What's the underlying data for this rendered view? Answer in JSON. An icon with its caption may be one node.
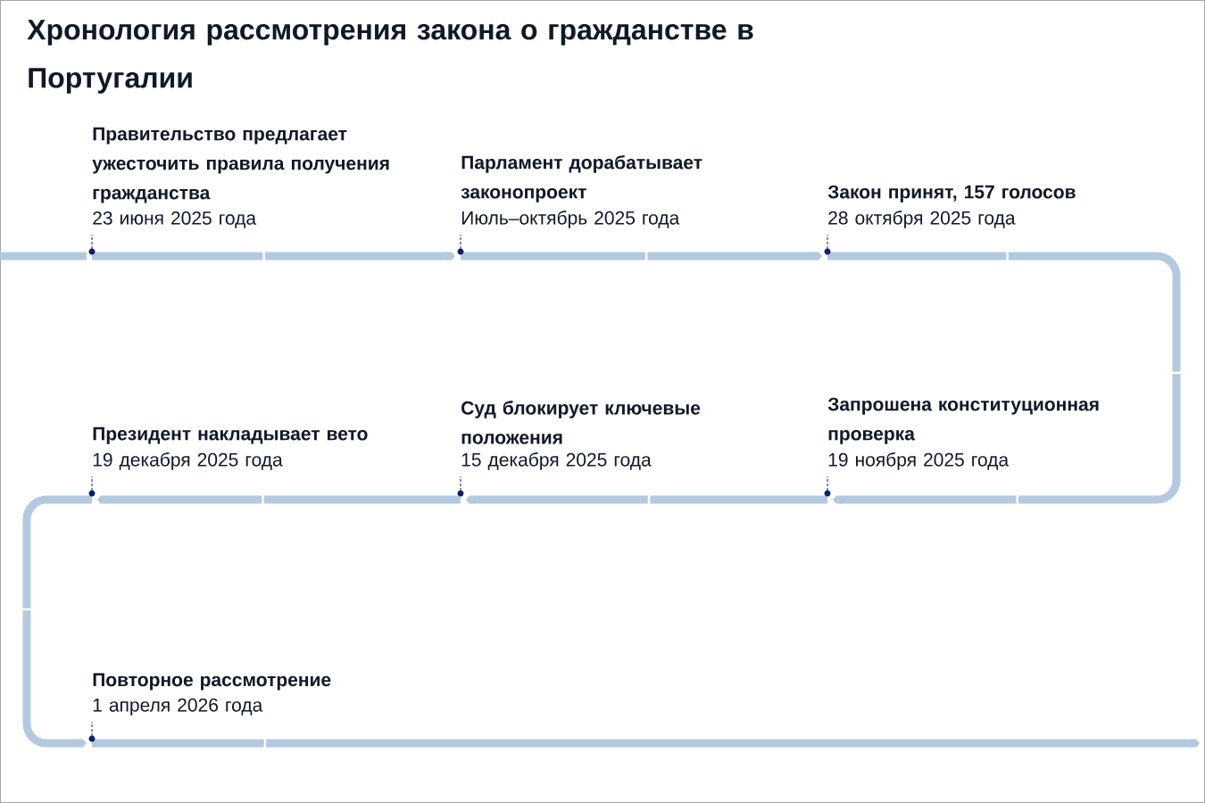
{
  "diagram": {
    "title": "Хронология рассмотрения закона о гражданстве в Португалии",
    "nodes": [
      {
        "text": [],
        "shape": "circle",
        "beside": [
          "Правительство предлагает ужесточить правила получения гражданства",
          "23 июня 2025 года"
        ]
      },
      {
        "text": [],
        "shape": "circle",
        "beside": [
          "Парламент дорабатывает законопроект",
          "Июль–октябрь 2025 года"
        ]
      },
      {
        "text": [],
        "shape": "circle",
        "beside": [
          "Закон принят, 157 голосов",
          "28 октября 2025 года"
        ]
      },
      {
        "text": [],
        "shape": "circle",
        "beside": [
          "Запрошена конституционная проверка",
          "19 ноября 2025 года"
        ]
      },
      {
        "text": [],
        "shape": "circle",
        "beside": [
          "Суд блокирует ключевые положения",
          "15 декабря 2025 года"
        ]
      },
      {
        "text": [],
        "shape": "circle",
        "beside": [
          "Президент накладывает вето",
          "19 декабря 2025 года"
        ]
      },
      {
        "text": [],
        "shape": "circle",
        "beside": [
          "Повторное рассмотрение",
          "1 апреля 2026 года"
        ]
      }
    ],
    "edges": [
      {
        "from": null,
        "to": 0,
        "arrow": "none"
      },
      {
        "from": 0,
        "to": 1,
        "arrow": "to"
      },
      {
        "from": 1,
        "to": 2,
        "arrow": "to"
      },
      {
        "from": 2,
        "to": 3,
        "arrow": "to"
      },
      {
        "from": 3,
        "to": 4,
        "arrow": "to"
      },
      {
        "from": 4,
        "to": 5,
        "arrow": "to"
      },
      {
        "from": 5,
        "to": 6,
        "arrow": "to"
      },
      {
        "from": 6,
        "to": null,
        "arrow": "to"
      }
    ]
  }
}
